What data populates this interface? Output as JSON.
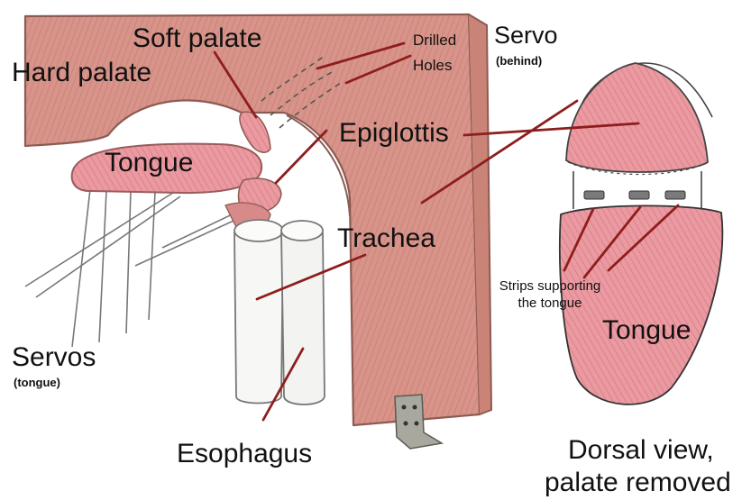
{
  "labels": {
    "soft_palate": "Soft palate",
    "hard_palate": "Hard palate",
    "drilled": "Drilled",
    "holes": "Holes",
    "servo": "Servo",
    "servo_note": "(behind)",
    "epiglottis": "Epiglottis",
    "tongue_side": "Tongue",
    "trachea": "Trachea",
    "strips_line1": "Strips supporting",
    "strips_line2": "the tongue",
    "tongue_dorsal": "Tongue",
    "servos": "Servos",
    "servos_note": "(tongue)",
    "esophagus": "Esophagus",
    "dorsal_line1": "Dorsal view,",
    "dorsal_line2": "palate removed"
  },
  "colors": {
    "head_block": "#d99488",
    "block_outline": "#8c5b52",
    "tongue": "#e58c94",
    "leader_line": "#8e1d1d",
    "cylinder_fill": "#f8f8f6",
    "servo_bracket": "#9a9a90"
  }
}
